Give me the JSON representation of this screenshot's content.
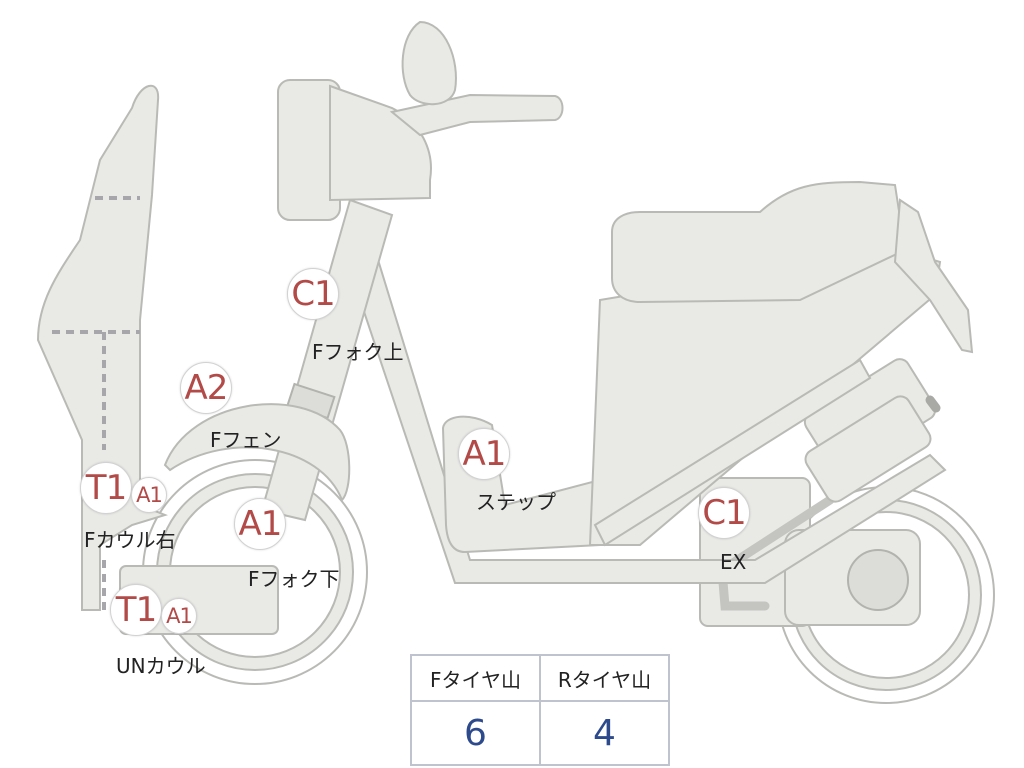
{
  "markers": [
    {
      "id": "fork-upper",
      "code": "C1",
      "label": "Fフォク上"
    },
    {
      "id": "front-fender",
      "code": "A2",
      "label": "Fフェン"
    },
    {
      "id": "step",
      "code": "A1",
      "label": "ステップ"
    },
    {
      "id": "exhaust",
      "code": "C1",
      "label": "EX"
    },
    {
      "id": "cowl-right",
      "code": "T1",
      "sub_code": "A1",
      "label": "Fカウル右"
    },
    {
      "id": "fork-lower",
      "code": "A1",
      "label": "Fフォク下"
    },
    {
      "id": "under-cowl",
      "code": "T1",
      "sub_code": "A1",
      "label": "UNカウル"
    }
  ],
  "tire_table": {
    "headers": [
      "Fタイヤ山",
      "Rタイヤ山"
    ],
    "values": [
      "6",
      "4"
    ]
  },
  "colors": {
    "part_fill": "#e9e9e6",
    "part_outline": "#b9b9b5",
    "code_text": "#b24a48",
    "table_value": "#2d4a8c",
    "table_border": "#bfc3ce"
  }
}
